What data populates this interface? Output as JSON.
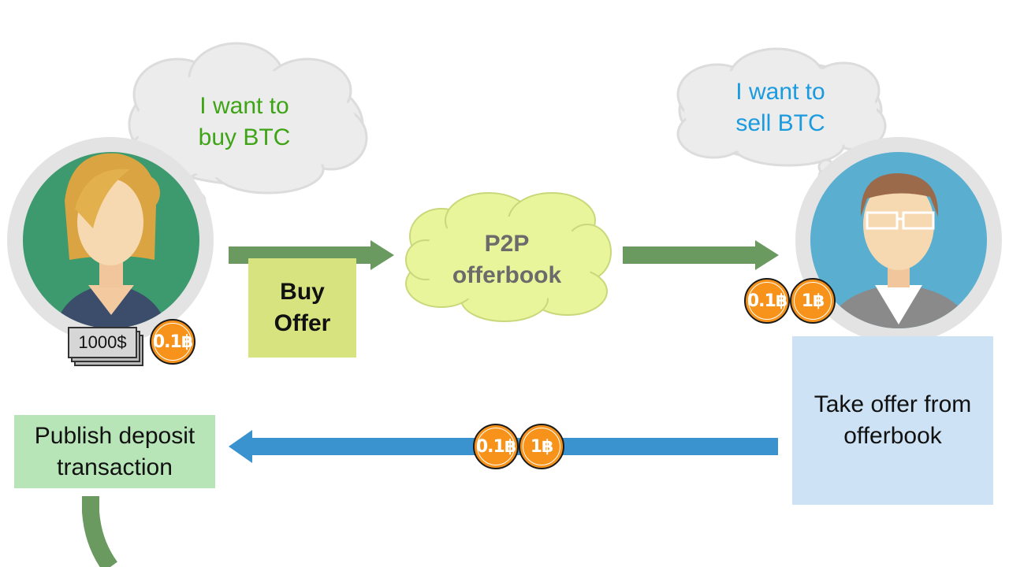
{
  "buyer": {
    "thought": [
      "I want to",
      "buy BTC"
    ],
    "bill_label": "1000$",
    "coin_label": "0.1฿"
  },
  "seller": {
    "thought": [
      "I want to",
      "sell BTC"
    ],
    "coins": [
      "0.1฿",
      "1฿"
    ]
  },
  "buy_offer": {
    "lines": [
      "Buy",
      "Offer"
    ]
  },
  "offerbook": {
    "lines": [
      "P2P",
      "offerbook"
    ]
  },
  "take_offer": {
    "lines": [
      "Take offer from",
      "offerbook"
    ]
  },
  "publish": {
    "lines": [
      "Publish deposit",
      "transaction"
    ]
  },
  "transfer_coins": [
    "0.1฿",
    "1฿"
  ],
  "colors": {
    "buyer_avatar_bg": "#3d9a6e",
    "seller_avatar_bg": "#5aaed0",
    "green_arrow": "#6a9a5f",
    "blue_arrow": "#3a93cf",
    "coin": "#f7931a",
    "cloud_fill": "#e9f59a"
  }
}
